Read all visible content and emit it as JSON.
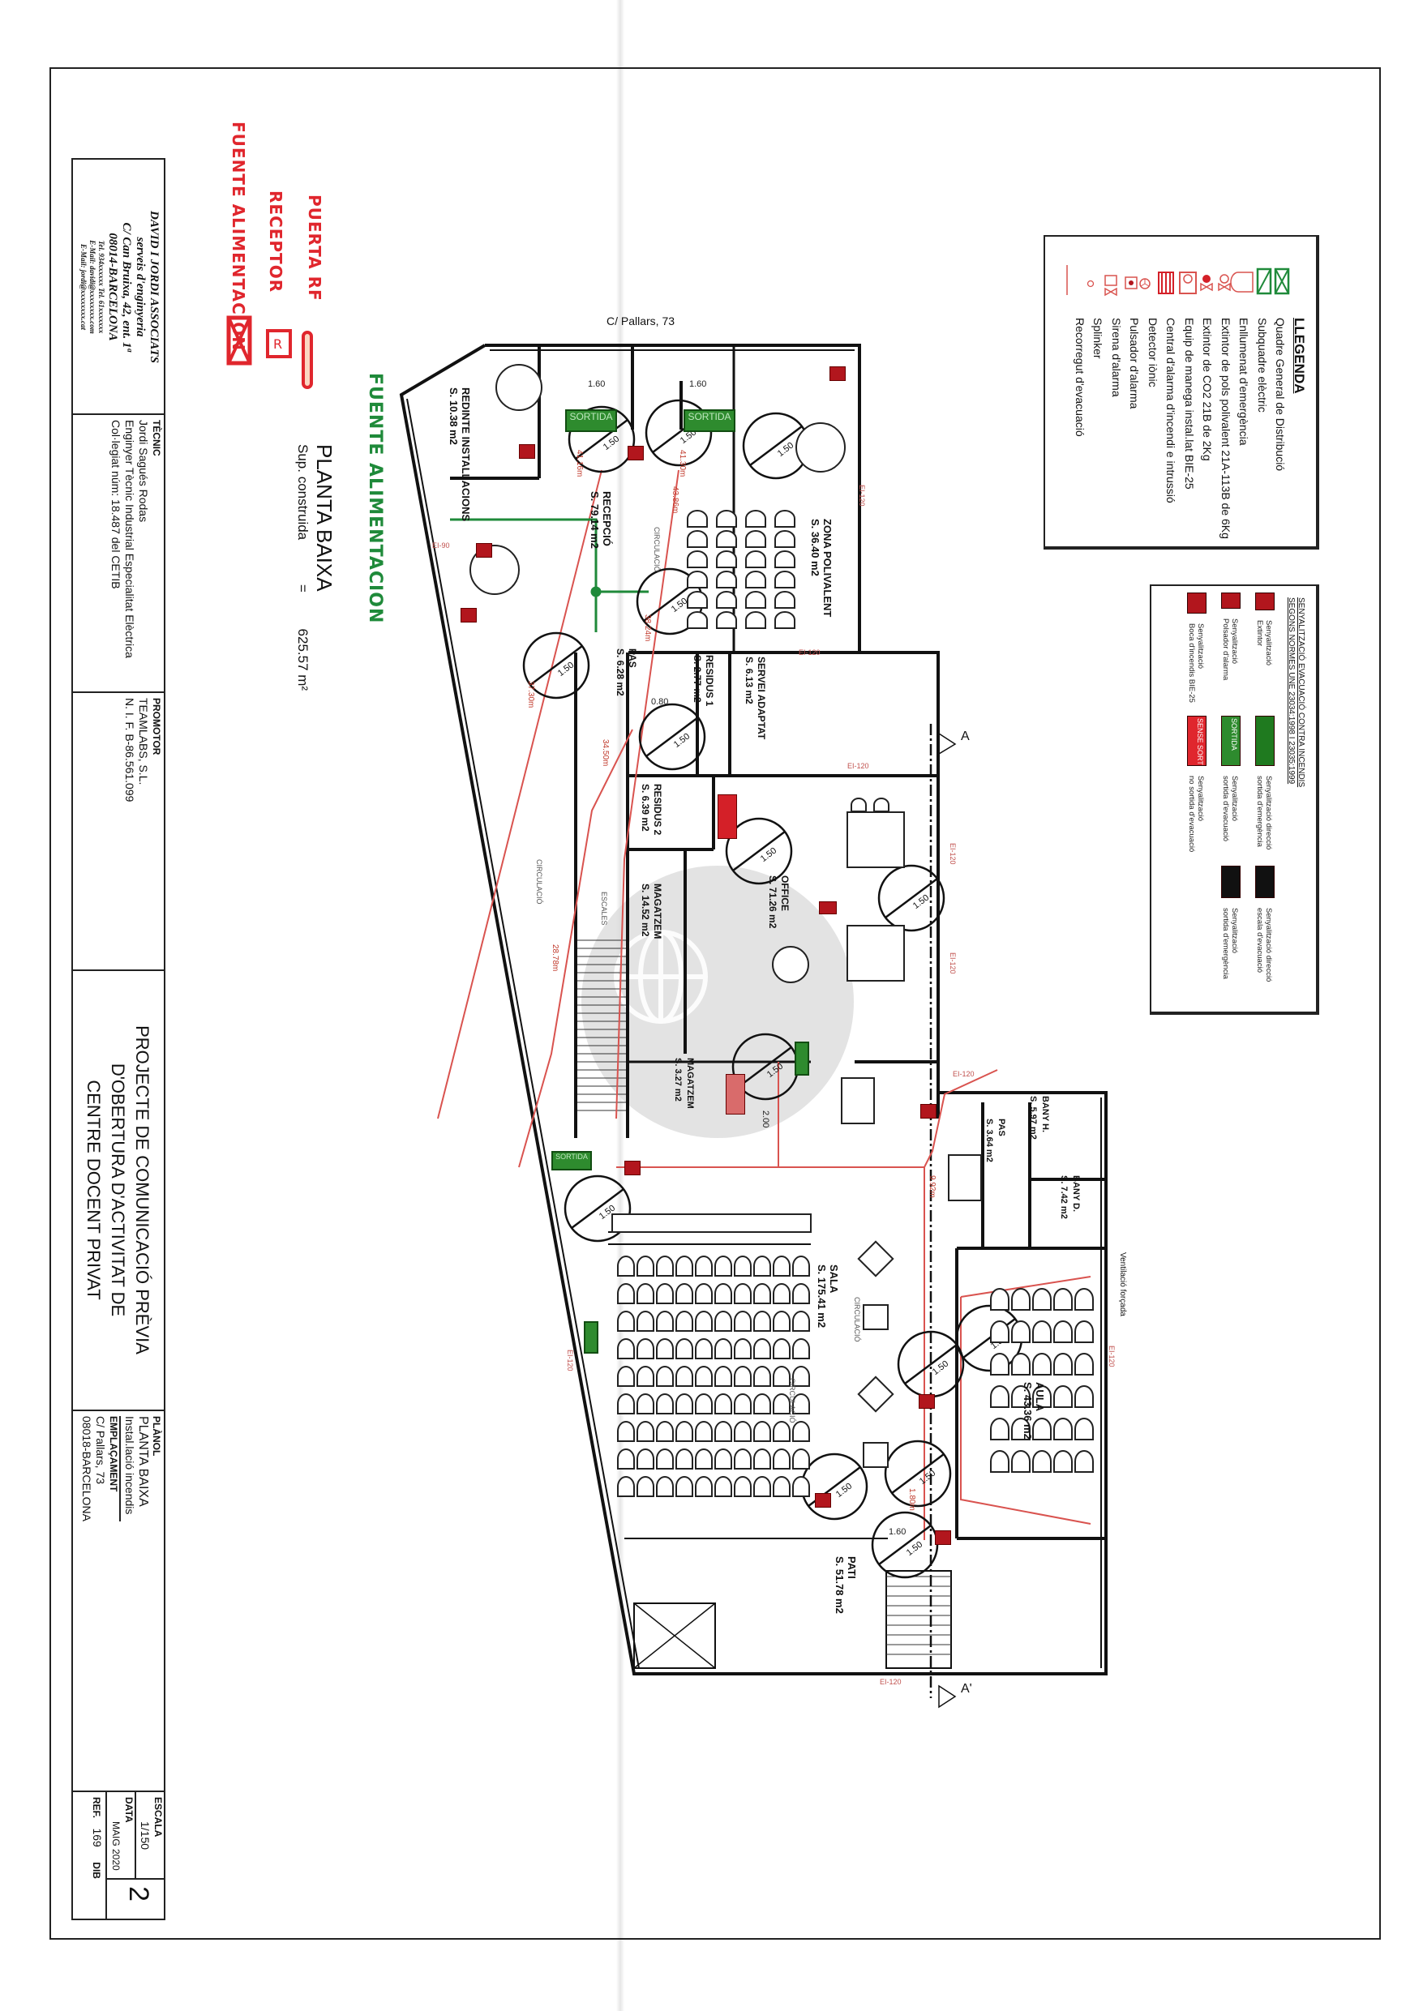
{
  "title_block": {
    "firm": [
      "DAVID I JORDI ASSOCIATS",
      "serveis d'enginyeria",
      "C/ Can Bruixa, 42, ent. 1ª",
      "08014-BARCELONA"
    ],
    "firm_small": [
      "Tel. 934xxxxxx  Tel. 61xxxxxxx",
      "E-Mail: davidi@xxxxxxxx.com",
      "E-Mail: jordi@xxxxxxxx.cat"
    ],
    "tecnic_label": "TÈCNIC",
    "tecnic": [
      "Jordi Sagués Rodas",
      "Enginyer Tècnic Industrial Especialitat Elèctrica",
      "Col·legiat núm: 18.487 del CETIB"
    ],
    "promotor_label": "PROMOTOR",
    "promotor": [
      "TEAMLABS, S.L.",
      "N. I. F. B-86.561.099"
    ],
    "project_title": [
      "PROJECTE DE COMUNICACIÓ PRÈVIA",
      "D'OBERTURA D'ACTIVITAT DE",
      "CENTRE DOCENT PRIVAT"
    ],
    "planol_label": "PLÀNOL",
    "planol": [
      "PLANTA BAIXA",
      "Instal.lació incendis"
    ],
    "emplacament_label": "EMPLAÇAMENT",
    "emplacament": [
      "C/ Pallars, 73",
      "08018-BARCELONA"
    ],
    "escala_label": "ESCALA",
    "escala": "1/150",
    "data_label": "DATA",
    "data": "MAIG 2020",
    "ref_label": "REF.",
    "ref": "169",
    "dib_label": "DIB",
    "sheet_number": "2"
  },
  "handwritten_notes": {
    "items": [
      {
        "label": "FUENTE ALIMENTACION",
        "symbol": "crossed-box"
      },
      {
        "label": "RECEPTOR",
        "symbol": "r-box"
      },
      {
        "label": "PUERTA RF",
        "symbol": "bar"
      }
    ],
    "green_note": "FUENTE ALIMENTACION"
  },
  "plan": {
    "title": "PLANTA BAIXA",
    "surface_label": "Sup. construida",
    "surface_eq": "=",
    "surface_value": "625.57 m²",
    "street": "C/ Pallars, 73",
    "rooms": [
      {
        "name": "REDINTE INSTALLACIONS",
        "area": "S.  10.38 m2"
      },
      {
        "name": "RECEPCIÓ",
        "area": "S.  79.14 m2"
      },
      {
        "name": "ZONA POLIVALENT",
        "area": "S.  36.40 m2"
      },
      {
        "name": "PAS",
        "area": "S.  6.28 m2"
      },
      {
        "name": "RESIDUS 1",
        "area": "S.  2.77 m2"
      },
      {
        "name": "SERVEI ADAPTAT",
        "area": "S.  6.13 m2"
      },
      {
        "name": "RESIDUS 2",
        "area": "S.  6.39 m2"
      },
      {
        "name": "OFFICE",
        "area": "S.  71.26 m2"
      },
      {
        "name": "MAGATZEM",
        "area": "S.  14.52 m2"
      },
      {
        "name": "MAGATZEM",
        "area": "S.  3.27 m2"
      },
      {
        "name": "BANY H.",
        "area": "S.  5.97 m2"
      },
      {
        "name": "PAS",
        "area": "S.  3.64 m2"
      },
      {
        "name": "BANY D.",
        "area": "S.  7.42 m2"
      },
      {
        "name": "SALA",
        "area": "S.  175.41 m2"
      },
      {
        "name": "AULA",
        "area": "S.  43.36 m2"
      },
      {
        "name": "PATI",
        "area": "S.  51.78 m2"
      }
    ],
    "labels": {
      "door_160": "1.60",
      "door_080": "0.80",
      "door_200": "2.00",
      "turning_circle": "1.50",
      "ei120": "EI-120",
      "ei90": "EI-90",
      "circulacio": "CIRCULACIÓ",
      "escales": "ESCALES",
      "ventilacio": "Ventilació forçada",
      "section_a": "A",
      "section_a2": "A'",
      "sortida": "SORTIDA",
      "dist_1": "43.86m",
      "dist_2": "41.16m",
      "dist_3": "41.30m",
      "dist_4": "37.30m",
      "dist_5": "34.50m",
      "dist_6": "28.78m",
      "dist_7": "9.92m",
      "dist_8": "1.80m",
      "dist_9": "38.24m"
    }
  },
  "legend": {
    "title": "LLEGENDA",
    "items": [
      {
        "label": "Quadre General de Distribució",
        "icon": "crossed-box-green"
      },
      {
        "label": "Subquadre elèctric",
        "icon": "diagonal-box-green"
      },
      {
        "label": "Enllumenat d'emergència",
        "icon": "emergency-light"
      },
      {
        "label": "Extintor de pols polivalent 21A-113B de 6Kg",
        "icon": "extinguisher-powder"
      },
      {
        "label": "Extintor de CO2 21B de 2Kg",
        "icon": "extinguisher-co2"
      },
      {
        "label": "Equip de manega instal.lat BIE-25",
        "icon": "hose-reel"
      },
      {
        "label": "Central d'alarma d'incendi e intrussió",
        "icon": "alarm-panel"
      },
      {
        "label": "Detector iònic",
        "icon": "ionic-detector"
      },
      {
        "label": "Pulsador d'alarma",
        "icon": "alarm-button"
      },
      {
        "label": "Sirena d'alarma",
        "icon": "siren"
      },
      {
        "label": "Splinker",
        "icon": "sprinkler"
      },
      {
        "label": "Recorregut d'evacuació",
        "icon": "evacuation-route"
      }
    ]
  },
  "signage": {
    "title": [
      "SENYALITZACIÓ EVACUACIÓ CONTRA INCENDIS",
      "SEGONS NORMES UNE 23034:1998 I 23035:1999"
    ],
    "items": [
      {
        "label": [
          "Senyalització",
          "Extintor"
        ],
        "color": "#b2161d"
      },
      {
        "label": [
          "Senyalització",
          "Polsador d'alarma"
        ],
        "color": "#b2161d"
      },
      {
        "label": [
          "Senyalització",
          "Boca d'incendis BIE-25"
        ],
        "color": "#b2161d"
      },
      {
        "label": [
          "Senyalització direcció",
          "sortida d'emergència"
        ],
        "color": "#1f7a1f"
      },
      {
        "label": [
          "Senyalització",
          "sortida d'evacuació"
        ],
        "color": "#2e8b2e",
        "sign_text": "SORTIDA"
      },
      {
        "label": [
          "Senyalització",
          "no sortida d'evacuació"
        ],
        "color": "#e0262d",
        "sign_text": "SENSE SORTIDA"
      },
      {
        "label": [
          "Senyalització direcció",
          "escala d'evacuació"
        ],
        "color": "#111111"
      },
      {
        "label": [
          "Senyalització",
          "sortida d'emergència"
        ],
        "color": "#111111"
      }
    ]
  },
  "colors": {
    "wall": "#111111",
    "evacuation": "#d9534f",
    "green": "#1f8a3a",
    "red_sign": "#b2161d",
    "watermark": "#d9d9d9"
  }
}
